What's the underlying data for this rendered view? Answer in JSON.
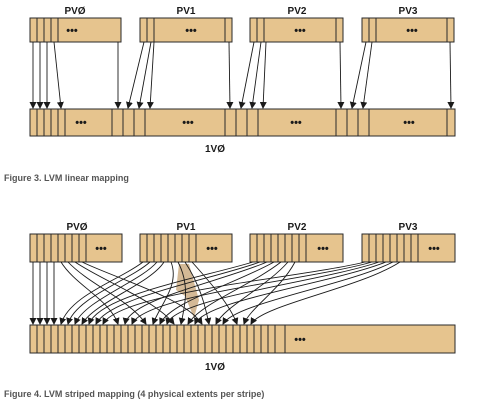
{
  "figure3": {
    "pv_labels": [
      "PVØ",
      "PV1",
      "PV2",
      "PV3"
    ],
    "lv_label": "1VØ",
    "ellipsis": "•••",
    "caption": "Figure 3. LVM linear mapping"
  },
  "figure4": {
    "pv_labels": [
      "PVØ",
      "PV1",
      "PV2",
      "PV3"
    ],
    "lv_label": "1VØ",
    "ellipsis": "•••",
    "caption": "Figure 4. LVM striped mapping (4 physical extents per stripe)"
  },
  "colors": {
    "extent_fill": "#e6c48e",
    "stroke": "#2a2a2a",
    "caption_text": "#555555",
    "shade": "#b08040"
  }
}
